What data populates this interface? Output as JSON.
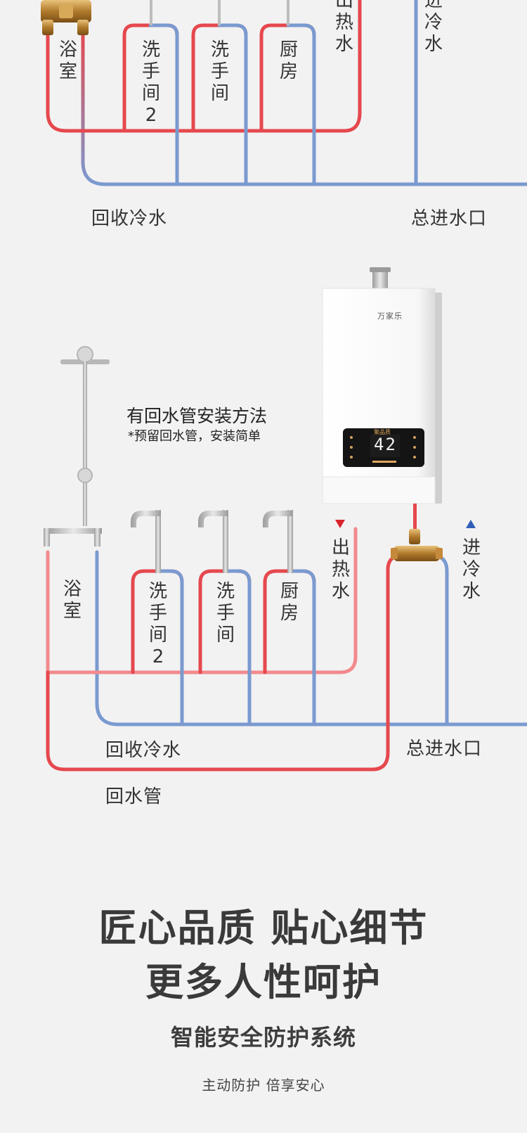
{
  "colors": {
    "hot": "#e5484e",
    "cold": "#7a9ad0",
    "background": "#f2f2f2"
  },
  "top_diagram": {
    "bathroom_chars": [
      "浴",
      "室"
    ],
    "wash2_chars": [
      "洗",
      "手",
      "间",
      "2"
    ],
    "wash_chars": [
      "洗",
      "手",
      "间"
    ],
    "kitchen_chars": [
      "厨",
      "房"
    ],
    "hot_out_chars": [
      "出",
      "热",
      "水"
    ],
    "cold_in_chars": [
      "进",
      "冷",
      "水"
    ],
    "recycle_label": "回收冷水",
    "inlet_label": "总进水口"
  },
  "heater": {
    "brand": "万家乐",
    "display_tag": "聚品质",
    "temperature": "42"
  },
  "install_note": {
    "title": "有回水管安装方法",
    "subtitle": "*预留回水管，安装简单"
  },
  "bottom_diagram": {
    "bathroom_chars": [
      "浴",
      "室"
    ],
    "wash2_chars": [
      "洗",
      "手",
      "间",
      "2"
    ],
    "wash_chars": [
      "洗",
      "手",
      "间"
    ],
    "kitchen_chars": [
      "厨",
      "房"
    ],
    "hot_out_chars": [
      "出",
      "热",
      "水"
    ],
    "cold_in_chars": [
      "进",
      "冷",
      "水"
    ],
    "recycle_label": "回收冷水",
    "inlet_label": "总进水口",
    "return_label": "回水管"
  },
  "headline": {
    "line1": "匠心品质 贴心细节",
    "line2": "更多人性呵护",
    "subtitle": "智能安全防护系统",
    "tagline": "主动防护 倍享安心"
  }
}
